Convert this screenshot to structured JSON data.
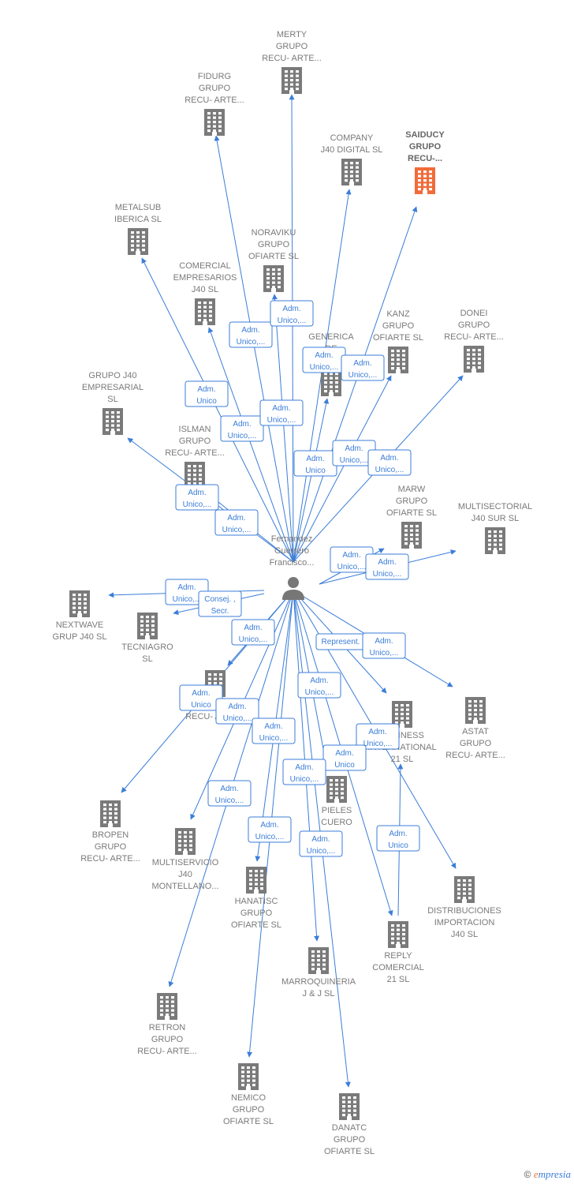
{
  "colors": {
    "edge": "#3b7dd8",
    "node": "#7a7a7a",
    "highlight": "#f26b3a",
    "person": "#777777"
  },
  "center": {
    "id": "person",
    "label": [
      "Fernandez",
      "Guerrero",
      "Francisco..."
    ]
  },
  "companies": [
    {
      "id": "merty",
      "label": [
        "MERTY",
        "GRUPO",
        "RECU- ARTE..."
      ]
    },
    {
      "id": "fidurg",
      "label": [
        "FIDURG",
        "GRUPO",
        "RECU- ARTE..."
      ]
    },
    {
      "id": "company",
      "label": [
        "COMPANY",
        "J40 DIGITAL  SL"
      ]
    },
    {
      "id": "saiducy",
      "label": [
        "SAIDUCY",
        "GRUPO",
        "RECU-..."
      ],
      "highlight": true
    },
    {
      "id": "metalsub",
      "label": [
        "METALSUB",
        "IBERICA SL"
      ]
    },
    {
      "id": "noraviku",
      "label": [
        "NORAVIKU",
        "GRUPO",
        "OFIARTE  SL"
      ]
    },
    {
      "id": "comercial",
      "label": [
        "COMERCIAL",
        "EMPRESARIOS",
        "J40  SL"
      ]
    },
    {
      "id": "generica",
      "label": [
        "GENERICA",
        "DE",
        "IMP..."
      ]
    },
    {
      "id": "kanz",
      "label": [
        "KANZ",
        "GRUPO",
        "OFIARTE  SL"
      ]
    },
    {
      "id": "donei",
      "label": [
        "DONEI",
        "GRUPO",
        "RECU- ARTE..."
      ]
    },
    {
      "id": "grupoj40",
      "label": [
        "GRUPO J40",
        "EMPRESARIAL",
        "SL"
      ]
    },
    {
      "id": "islman",
      "label": [
        "ISLMAN",
        "GRUPO",
        "RECU- ARTE..."
      ]
    },
    {
      "id": "marw",
      "label": [
        "MARW",
        "GRUPO",
        "OFIARTE  SL"
      ]
    },
    {
      "id": "multisectorial",
      "label": [
        "MULTISECTORIAL",
        "J40 SUR  SL"
      ]
    },
    {
      "id": "nextwave",
      "label": [
        "NEXTWAVE",
        "GRUP J40  SL"
      ]
    },
    {
      "id": "tecniagro",
      "label": [
        "TECNIAGRO",
        "SL"
      ]
    },
    {
      "id": "gru",
      "label": [
        "GRU...",
        "RECU- ARTE..."
      ]
    },
    {
      "id": "business",
      "label": [
        "BUSINESS",
        "INTERNATIONAL",
        "21 SL"
      ]
    },
    {
      "id": "astat",
      "label": [
        "ASTAT",
        "GRUPO",
        "RECU- ARTE..."
      ]
    },
    {
      "id": "bropen",
      "label": [
        "BROPEN",
        "GRUPO",
        "RECU- ARTE..."
      ]
    },
    {
      "id": "multiservicio",
      "label": [
        "MULTISERVICIO",
        "J40",
        "MONTELLANO..."
      ]
    },
    {
      "id": "hanatisc",
      "label": [
        "HANATISC",
        "GRUPO",
        "OFIARTE  SL"
      ]
    },
    {
      "id": "pieles",
      "label": [
        "PIELES",
        "CUERO",
        "..."
      ]
    },
    {
      "id": "distribuciones",
      "label": [
        "DISTRIBUCIONES",
        "IMPORTACION",
        "J40  SL"
      ]
    },
    {
      "id": "reply",
      "label": [
        "REPLY",
        "COMERCIAL",
        "21 SL"
      ]
    },
    {
      "id": "marroquineria",
      "label": [
        "MARROQUINERIA",
        "J & J  SL"
      ]
    },
    {
      "id": "retron",
      "label": [
        "RETRON",
        "GRUPO",
        "RECU- ARTE..."
      ]
    },
    {
      "id": "nemico",
      "label": [
        "NEMICO",
        "GRUPO",
        "OFIARTE  SL"
      ]
    },
    {
      "id": "danatc",
      "label": [
        "DANATC",
        "GRUPO",
        "OFIARTE  SL"
      ]
    }
  ],
  "edge_labels": [
    {
      "lines": [
        "Adm.",
        "Unico,..."
      ]
    },
    {
      "lines": [
        "Adm.",
        "Unico,..."
      ]
    },
    {
      "lines": [
        "Adm.",
        "Unico,..."
      ]
    },
    {
      "lines": [
        "Adm.",
        "Unico,..."
      ]
    },
    {
      "lines": [
        "Adm.",
        "Unico"
      ]
    },
    {
      "lines": [
        "Adm.",
        "Unico,..."
      ]
    },
    {
      "lines": [
        "Adm.",
        "Unico,..."
      ]
    },
    {
      "lines": [
        "Adm.",
        "Unico"
      ]
    },
    {
      "lines": [
        "Adm.",
        "Unico,..."
      ]
    },
    {
      "lines": [
        "Adm.",
        "Unico,..."
      ]
    },
    {
      "lines": [
        "Adm.",
        "Unico,..."
      ]
    },
    {
      "lines": [
        "Adm.",
        "Unico,..."
      ]
    },
    {
      "lines": [
        "Adm.",
        "Unico,..."
      ]
    },
    {
      "lines": [
        "Adm.",
        "Unico,..."
      ]
    },
    {
      "lines": [
        "Adm.",
        "Unico,..."
      ]
    },
    {
      "lines": [
        "Consej. ,",
        "Secr."
      ]
    },
    {
      "lines": [
        "Adm.",
        "Unico,..."
      ]
    },
    {
      "lines": [
        "Represent."
      ]
    },
    {
      "lines": [
        "Adm.",
        "Unico,..."
      ]
    },
    {
      "lines": [
        "Adm.",
        "Unico"
      ]
    },
    {
      "lines": [
        "Adm.",
        "Unico,..."
      ]
    },
    {
      "lines": [
        "Adm.",
        "Unico,..."
      ]
    },
    {
      "lines": [
        "Adm.",
        "Unico,..."
      ]
    },
    {
      "lines": [
        "Adm.",
        "Unico,..."
      ]
    },
    {
      "lines": [
        "Adm.",
        "Unico"
      ]
    },
    {
      "lines": [
        "Adm.",
        "Unico,..."
      ]
    },
    {
      "lines": [
        "Adm.",
        "Unico,..."
      ]
    },
    {
      "lines": [
        "Adm.",
        "Unico,..."
      ]
    },
    {
      "lines": [
        "Adm.",
        "Unico,..."
      ]
    },
    {
      "lines": [
        "Adm.",
        "Unico"
      ]
    }
  ],
  "footer": {
    "copyright": "©",
    "brand_first": "e",
    "brand_rest": "mpresia"
  }
}
